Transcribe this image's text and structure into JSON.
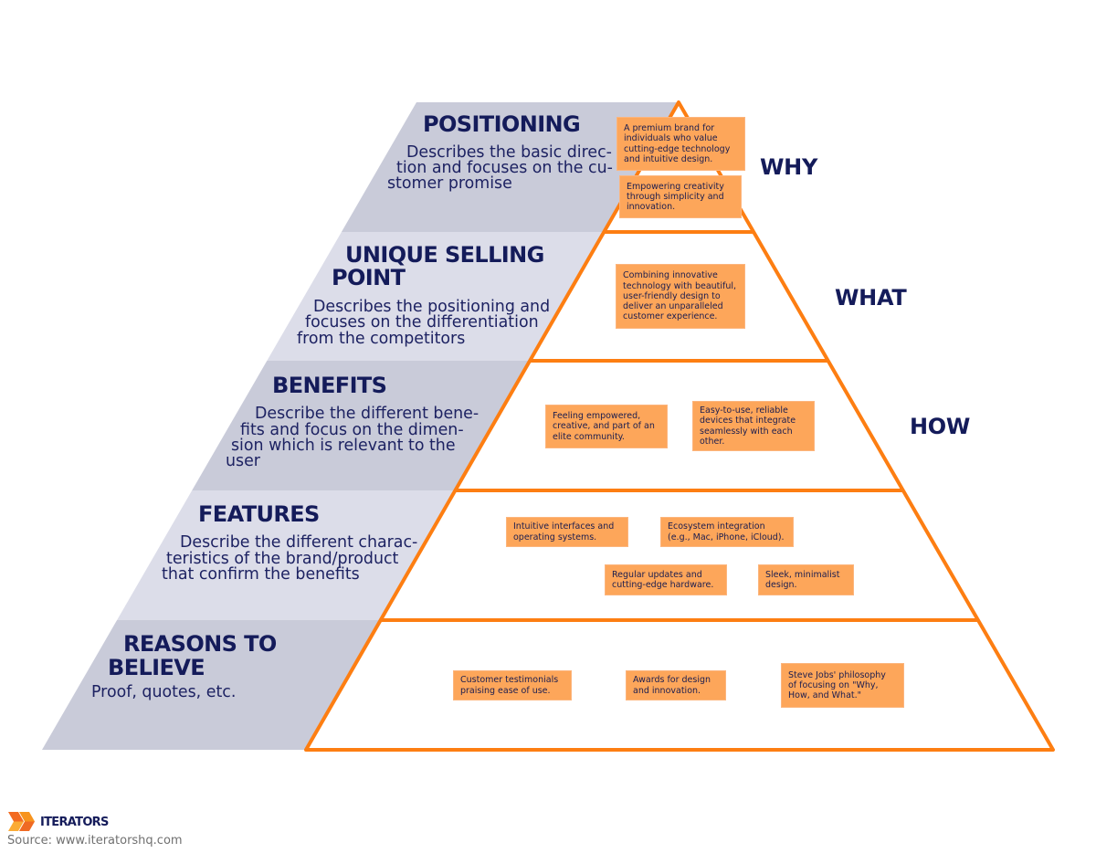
{
  "colors": {
    "accent_orange": "#fd7e12",
    "note_fill": "#fda65a",
    "text_navy": "#141b5a",
    "band_dark": "#c9cbd9",
    "band_light": "#dcdde9"
  },
  "layers": [
    {
      "key": "positioning",
      "title_lines": [
        "POSITIONING"
      ],
      "description_lines": [
        "Describes the basic direc-",
        "tion and focuses on the cu-",
        "stomer promise"
      ],
      "question": "WHY",
      "notes": [
        {
          "lines": [
            "A premium brand for",
            "individuals who value",
            "cutting-edge technology",
            "and intuitive design."
          ]
        },
        {
          "lines": [
            "Empowering creativity",
            "through simplicity and",
            "innovation."
          ]
        }
      ]
    },
    {
      "key": "unique-selling-point",
      "title_lines": [
        "UNIQUE SELLING",
        "POINT"
      ],
      "description_lines": [
        "Describes the positioning and",
        "focuses on the differentiation",
        "from the competitors"
      ],
      "question": "WHAT",
      "notes": [
        {
          "lines": [
            "Combining innovative",
            "technology with beautiful,",
            "user-friendly design to",
            "deliver an unparalleled",
            "customer experience."
          ]
        }
      ]
    },
    {
      "key": "benefits",
      "title_lines": [
        "BENEFITS"
      ],
      "description_lines": [
        "Describe the different bene-",
        "fits and focus on the dimen-",
        "sion which is relevant to the",
        "user"
      ],
      "question": "HOW",
      "notes": [
        {
          "lines": [
            "Feeling empowered,",
            "creative, and part of an",
            "elite community."
          ]
        },
        {
          "lines": [
            "Easy-to-use, reliable",
            "devices that integrate",
            "seamlessly with each",
            "other."
          ]
        }
      ]
    },
    {
      "key": "features",
      "title_lines": [
        "FEATURES"
      ],
      "description_lines": [
        "Describe the different charac-",
        "teristics of the brand/product",
        "that confirm the benefits"
      ],
      "notes": [
        {
          "lines": [
            "Intuitive interfaces and",
            "operating systems."
          ]
        },
        {
          "lines": [
            "Ecosystem integration",
            "(e.g., Mac, iPhone, iCloud)."
          ]
        },
        {
          "lines": [
            "Regular updates and",
            "cutting-edge hardware."
          ]
        },
        {
          "lines": [
            "Sleek, minimalist",
            "design."
          ]
        }
      ]
    },
    {
      "key": "reasons-to-believe",
      "title_lines": [
        "REASONS TO",
        "BELIEVE"
      ],
      "description_lines": [
        "Proof, quotes, etc."
      ],
      "notes": [
        {
          "lines": [
            "Customer testimonials",
            "praising ease of use."
          ]
        },
        {
          "lines": [
            "Awards for design",
            "and innovation."
          ]
        },
        {
          "lines": [
            "Steve Jobs' philosophy",
            "of focusing on \"Why,",
            "How, and What.\""
          ]
        }
      ]
    }
  ],
  "footer": {
    "brand_name": "ITERATORS",
    "logo_icon": "iterators-chevron-logo",
    "source": "Source: www.iteratorshq.com"
  }
}
